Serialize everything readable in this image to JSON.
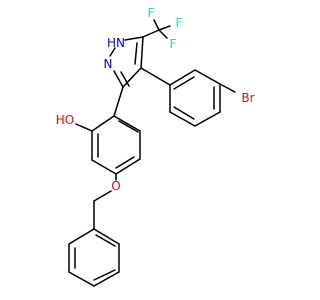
{
  "atom_labels": {
    "nh": "HN",
    "n": "N",
    "f_top": "F",
    "f_upper_right": "F",
    "f_lower_right": "F",
    "oh": "HO",
    "o_ether": "O",
    "br": "Br"
  },
  "colors": {
    "bond": "#000000",
    "nitrogen": "#0000ff",
    "oxygen": "#ff0000",
    "fluorine": "#33cccc",
    "bromine": "#a52a2a"
  }
}
